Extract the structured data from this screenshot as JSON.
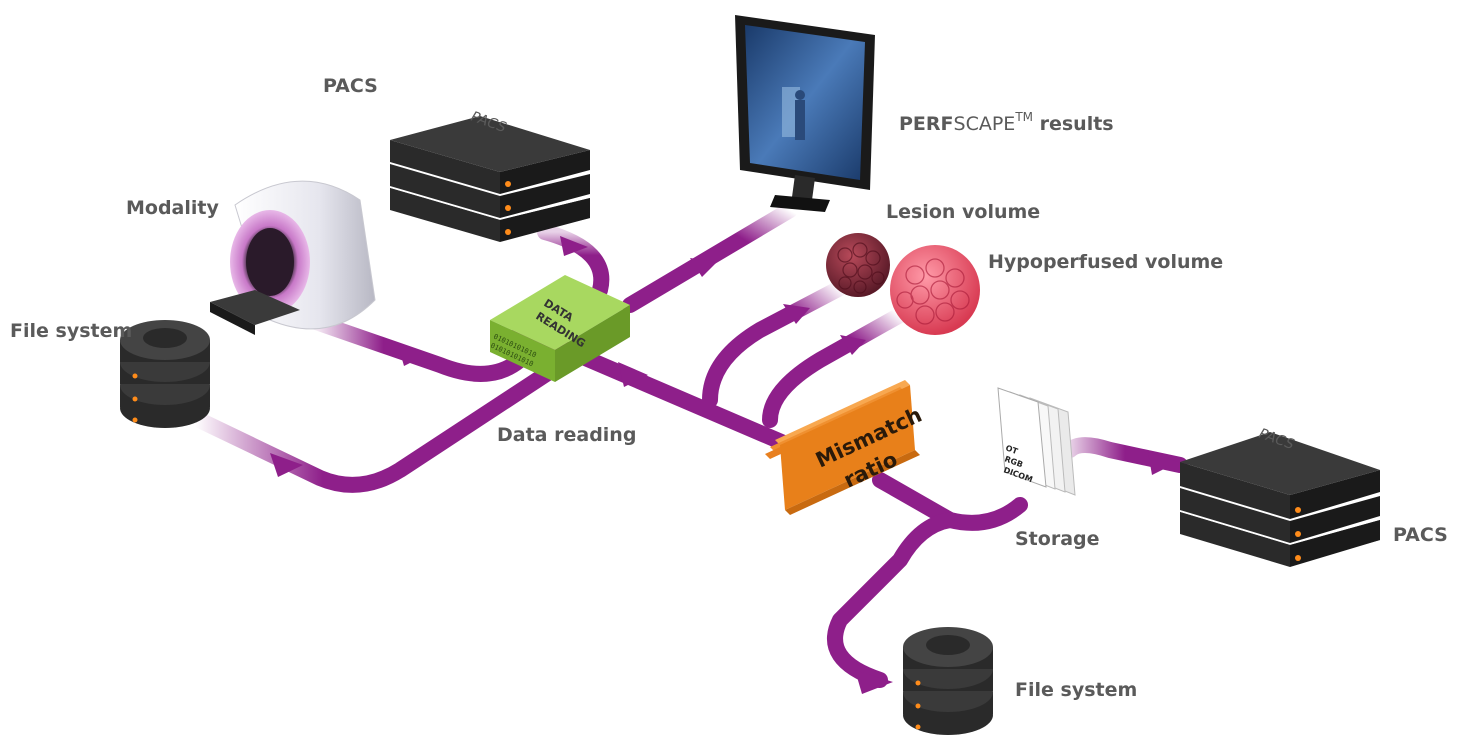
{
  "labels": {
    "pacs_top": "PACS",
    "modality": "Modality",
    "file_system_left": "File system",
    "data_reading": "Data reading",
    "perfscape_bold": "PERF",
    "perfscape_thin": "SCAPE",
    "perfscape_tm": "TM",
    "perfscape_rest": " results",
    "lesion_volume": "Lesion volume",
    "hypoperfused_volume": "Hypoperfused volume",
    "storage": "Storage",
    "pacs_right": "PACS",
    "file_system_bottom": "File system"
  },
  "box_text": {
    "data_reading_line1": "DATA",
    "data_reading_line2": "READING",
    "binary_line1": "01010101010",
    "binary_line2": "01010101010",
    "mismatch_line1": "Mismatch",
    "mismatch_line2": "ratio"
  },
  "server_text": {
    "pacs_top": "PACS",
    "pacs_right": "PACS"
  },
  "document_text": [
    "OT",
    "RGB",
    "DICOM"
  ],
  "colors": {
    "flow": "#8e1f8a",
    "label": "#5a5a5a",
    "data_reading_box": "#8cc63f",
    "mismatch_box": "#e8801a",
    "server": "#2b2b2b",
    "server_light": "#ff8c1a",
    "lesion": "#8a2a3a",
    "hypoperfused": "#e84a5f"
  },
  "icons": [
    "pacs-server-icon",
    "mri-scanner-icon",
    "file-system-icon",
    "monitor-icon",
    "lesion-cells-icon",
    "hypoperfused-cells-icon",
    "dicom-documents-icon"
  ]
}
